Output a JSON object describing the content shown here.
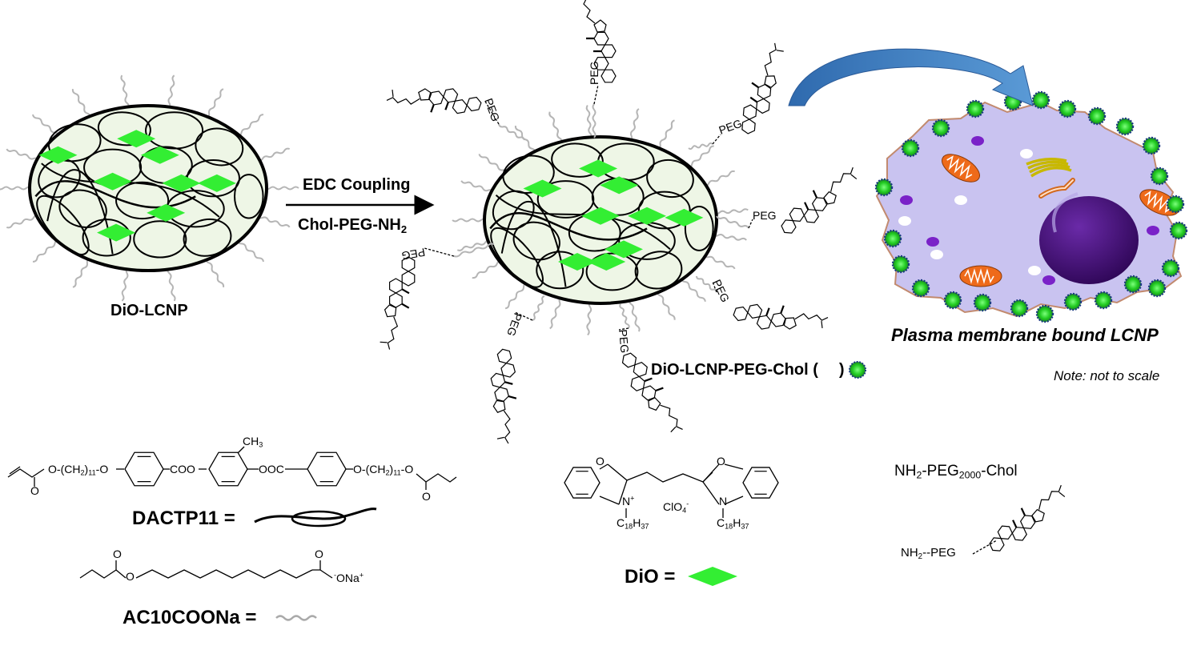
{
  "labels": {
    "dio_lcnp": "DiO-LCNP",
    "edc_coupling": "EDC Coupling",
    "chol_peg_nh2": "Chol-PEG-NH",
    "chol_peg_nh2_sub": "2",
    "dio_lcnp_peg_chol": "DiO-LCNP-PEG-Chol (",
    "dio_lcnp_peg_chol_close": ")",
    "plasma_membrane": "Plasma membrane bound LCNP",
    "note": "Note: not to scale",
    "peg": "PEG",
    "dactp11_label": "DACTP11 =",
    "ac10coona_label": "AC10COONa =",
    "dio_label": "DiO =",
    "nh2_peg2000_chol_a": "NH",
    "nh2_peg2000_chol_sub1": "2",
    "nh2_peg2000_chol_b": "-PEG",
    "nh2_peg2000_chol_sub2": "2000",
    "nh2_peg2000_chol_c": "-Chol",
    "nh2_peg_a": "NH",
    "nh2_peg_sub": "2",
    "nh2_peg_b": "--PEG"
  },
  "chem": {
    "ch3": "CH",
    "ch3_sub": "3",
    "o": "O",
    "ch2": "(CH",
    "ch2_sub": "2",
    "ch2_close": ")",
    "n11": "11",
    "coo": "COO",
    "ooc": "OOC",
    "na": "Na",
    "plus": "+",
    "minus": "-",
    "n": "N",
    "clo4": "ClO",
    "clo4_sub": "4",
    "c18": "C",
    "c18_sub1": "18",
    "h37": "H",
    "h37_sub": "37"
  },
  "colors": {
    "dio_green": "#33ee33",
    "nanoparticle_fill": "#eef6e6",
    "cell_fill": "#c9c3f0",
    "cell_edge": "#c28a6e",
    "nucleus": "#3a0a6e",
    "arrow_blue": "#3f7bc0",
    "mito_orange": "#ee6a1a",
    "vesicle_purple": "#7a22c8",
    "lcnp_dot_green": "#22cc22",
    "lcnp_dot_edge": "#1a3a80"
  }
}
